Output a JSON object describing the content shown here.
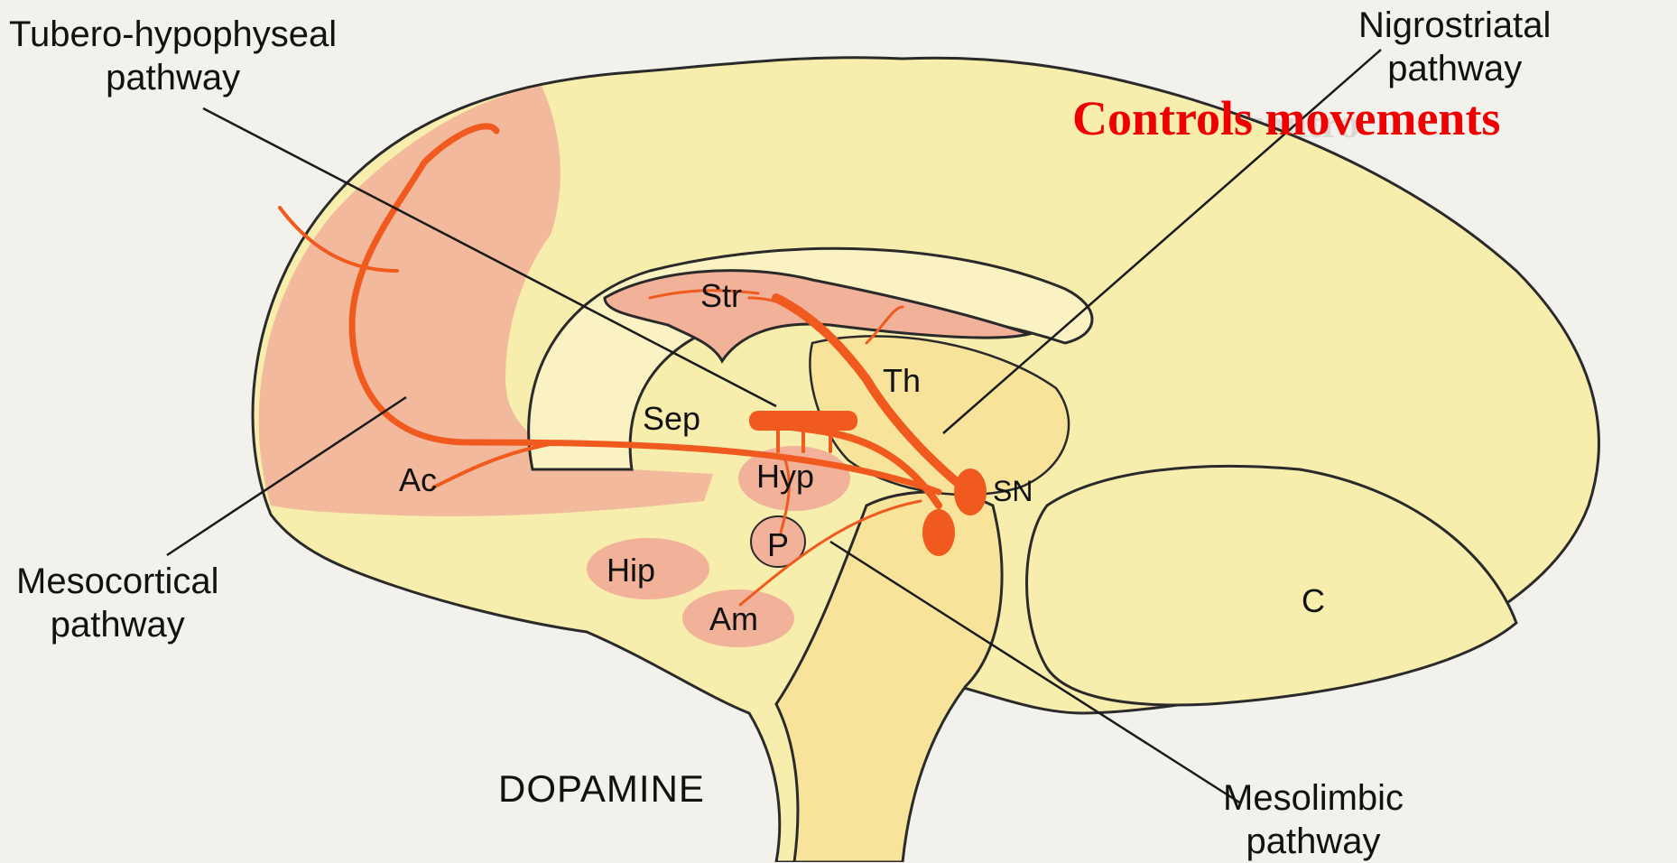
{
  "diagram": {
    "pathways": {
      "tubero_hypophyseal": [
        "Tubero-hypophyseal",
        "pathway"
      ],
      "nigrostriatal": [
        "Nigrostriatal",
        "pathway"
      ],
      "mesocortical": [
        "Mesocortical",
        "pathway"
      ],
      "mesolimbic": [
        "Mesolimbic",
        "pathway"
      ]
    },
    "highlight": "Controls movements",
    "regions": {
      "str": "Str",
      "th": "Th",
      "sep": "Sep",
      "hyp": "Hyp",
      "ac": "Ac",
      "sn": "SN",
      "p": "P",
      "hip": "Hip",
      "am": "Am",
      "c": "C"
    },
    "neurotransmitter": "DOPAMINE",
    "colors": {
      "brain_fill": "#f7edac",
      "pathway_orange": "#f05a1e",
      "cortical_pink": "#f2b29a",
      "highlight_red": "#ee0000"
    }
  }
}
